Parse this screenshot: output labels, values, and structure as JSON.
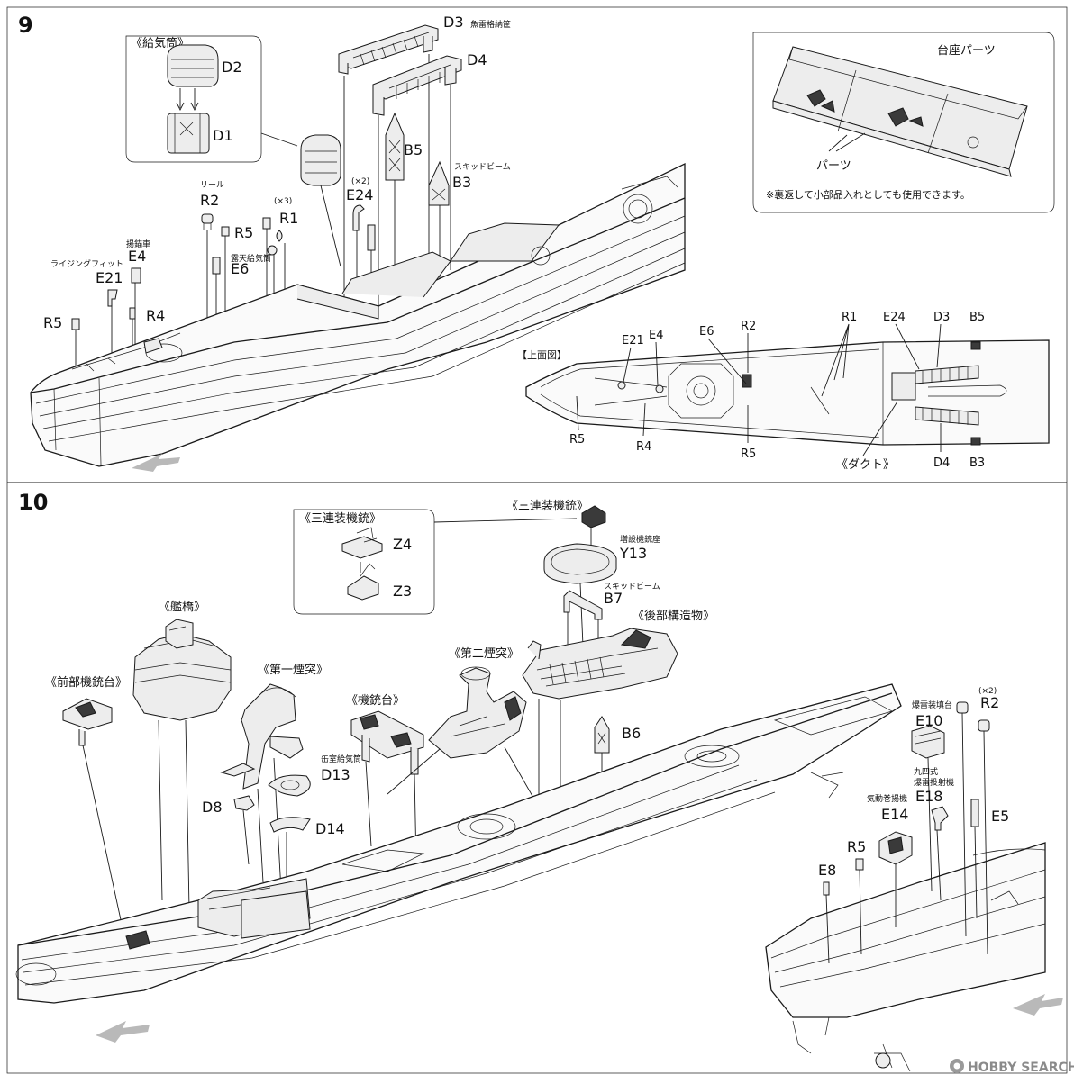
{
  "step9": {
    "number": "9",
    "exhaust_group_title": "《給気筒》",
    "parts": {
      "D3": "D3",
      "D3_note": "魚雷格納筐",
      "D4": "D4",
      "D2": "D2",
      "D1": "D1",
      "B5": "B5",
      "B3": "B3",
      "B3_note": "スキッドビーム",
      "E24": "E24",
      "E24_qty": "(×2)",
      "R1": "R1",
      "R1_qty": "(×3)",
      "R2": "R2",
      "R2_note": "リール",
      "R5a": "R5",
      "R5b": "R5",
      "E6": "E6",
      "E6_note": "露天給気筒",
      "E4": "E4",
      "E4_note": "揚錨車",
      "E21": "E21",
      "E21_note": "ライジングフィット",
      "R4": "R4"
    },
    "base_box": {
      "title": "台座パーツ",
      "parts_label": "パーツ",
      "note": "※裏返して小部品入れとしても使用できます。"
    },
    "top_view": {
      "title": "【上面図】",
      "labels": [
        "E21",
        "E4",
        "E6",
        "R2",
        "R1",
        "E24",
        "D3",
        "B5",
        "R5",
        "R4",
        "R5",
        "《ダクト》",
        "D4",
        "B3"
      ]
    }
  },
  "step10": {
    "number": "10",
    "aa_box_title": "《三連装機銃》",
    "aa_box_parts": [
      "Z4",
      "Z3"
    ],
    "aa_top_title": "《三連装機銃》",
    "Y13": "Y13",
    "Y13_note": "増設機銃座",
    "B7": "B7",
    "B7_note": "スキッドビーム",
    "aft_structure": "《後部構造物》",
    "bridge": "《艦橋》",
    "fwd_mg": "《前部機銃台》",
    "funnel1": "《第一煙突》",
    "funnel2": "《第二煙突》",
    "mg_platform": "《機銃台》",
    "B6": "B6",
    "D8": "D8",
    "D13": "D13",
    "D13_note": "缶室給気筒",
    "D14": "D14",
    "R2": "R2",
    "R2_qty": "(×2)",
    "E10": "E10",
    "E10_note": "爆雷装填台",
    "E18": "E18",
    "E18_note1": "九四式",
    "E18_note2": "爆雷投射機",
    "E14": "E14",
    "E14_note": "気動巻揚機",
    "E5": "E5",
    "R5": "R5",
    "E8": "E8"
  },
  "watermark": "HOBBY SEARCH",
  "watermark_icon": "hobby-search-logo-icon"
}
